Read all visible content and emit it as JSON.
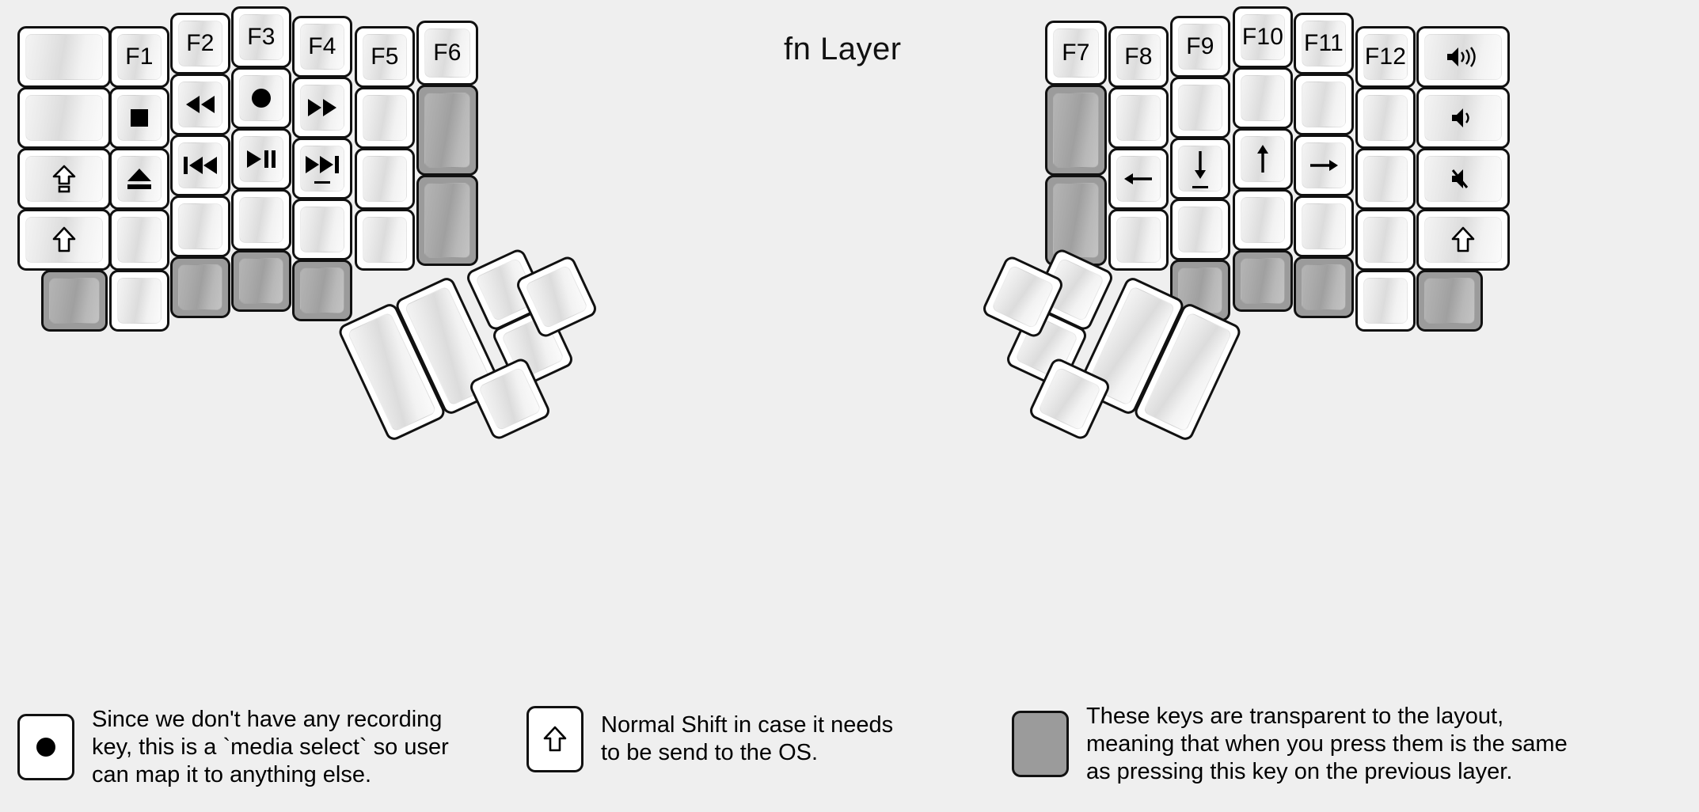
{
  "title": "fn Layer",
  "colors": {
    "background": "#efefef",
    "key_face": "#ffffff",
    "key_outline": "#111111",
    "transparent_key": "#9b9b9b",
    "label": "#000000"
  },
  "icons": {
    "record": "●",
    "stop": "■",
    "eject": "⏏",
    "rewind": "◀◀",
    "fast_forward": "▶▶",
    "prev_track": "⏮",
    "play_pause": "⏸",
    "next_track": "⏭",
    "caps_lock": "⇪",
    "shift": "⇧",
    "arrow_left": "←",
    "arrow_down": "↓",
    "arrow_up": "↑",
    "arrow_right": "→",
    "volume_up": "🔊",
    "volume_down": "🔉",
    "volume_mute": "🔇"
  },
  "left_half": {
    "columns": [
      {
        "name": "col-outer-left",
        "keys": [
          {
            "label": "",
            "kind": "blank"
          },
          {
            "label": "",
            "kind": "blank"
          },
          {
            "label": "⇪",
            "kind": "icon",
            "icon": "caps-lock-icon"
          },
          {
            "label": "⇧",
            "kind": "icon",
            "icon": "shift-icon"
          },
          {
            "label": "",
            "kind": "transparent"
          }
        ]
      },
      {
        "name": "col-f1",
        "keys": [
          {
            "label": "F1",
            "kind": "text"
          },
          {
            "label": "■",
            "kind": "icon",
            "icon": "stop-icon"
          },
          {
            "label": "⏏",
            "kind": "icon",
            "icon": "eject-icon"
          },
          {
            "label": "",
            "kind": "blank"
          },
          {
            "label": "",
            "kind": "blank"
          }
        ]
      },
      {
        "name": "col-f2",
        "keys": [
          {
            "label": "F2",
            "kind": "text"
          },
          {
            "label": "◀◀",
            "kind": "icon",
            "icon": "rewind-icon"
          },
          {
            "label": "⏮",
            "kind": "icon",
            "icon": "previous-track-icon"
          },
          {
            "label": "",
            "kind": "blank"
          },
          {
            "label": "",
            "kind": "transparent"
          }
        ]
      },
      {
        "name": "col-f3",
        "keys": [
          {
            "label": "F3",
            "kind": "text"
          },
          {
            "label": "●",
            "kind": "icon",
            "icon": "record-icon"
          },
          {
            "label": "⏸",
            "kind": "icon",
            "icon": "play-pause-icon"
          },
          {
            "label": "",
            "kind": "blank"
          },
          {
            "label": "",
            "kind": "transparent"
          }
        ]
      },
      {
        "name": "col-f4",
        "keys": [
          {
            "label": "F4",
            "kind": "text"
          },
          {
            "label": "▶▶",
            "kind": "icon",
            "icon": "fast-forward-icon"
          },
          {
            "label": "⏭",
            "kind": "icon",
            "icon": "next-track-icon",
            "underline": true
          },
          {
            "label": "",
            "kind": "blank"
          },
          {
            "label": "",
            "kind": "transparent"
          }
        ]
      },
      {
        "name": "col-f5",
        "keys": [
          {
            "label": "F5",
            "kind": "text"
          },
          {
            "label": "",
            "kind": "blank"
          },
          {
            "label": "",
            "kind": "blank"
          },
          {
            "label": "",
            "kind": "blank"
          }
        ]
      },
      {
        "name": "col-f6",
        "keys": [
          {
            "label": "F6",
            "kind": "text"
          },
          {
            "label": "",
            "kind": "transparent",
            "tall": true
          },
          {
            "label": "",
            "kind": "transparent",
            "tall": true
          }
        ]
      }
    ],
    "thumb_cluster": [
      {
        "label": "",
        "kind": "blank"
      },
      {
        "label": "",
        "kind": "blank"
      },
      {
        "label": "",
        "kind": "blank"
      },
      {
        "label": "",
        "kind": "blank"
      },
      {
        "label": "",
        "kind": "blank"
      },
      {
        "label": "",
        "kind": "blank"
      }
    ]
  },
  "right_half": {
    "columns": [
      {
        "name": "col-f7",
        "keys": [
          {
            "label": "F7",
            "kind": "text"
          },
          {
            "label": "",
            "kind": "transparent",
            "tall": true
          },
          {
            "label": "",
            "kind": "transparent",
            "tall": true
          }
        ]
      },
      {
        "name": "col-f8",
        "keys": [
          {
            "label": "F8",
            "kind": "text"
          },
          {
            "label": "",
            "kind": "blank"
          },
          {
            "label": "←",
            "kind": "icon",
            "icon": "arrow-left-icon"
          },
          {
            "label": "",
            "kind": "blank"
          }
        ]
      },
      {
        "name": "col-f9",
        "keys": [
          {
            "label": "F9",
            "kind": "text"
          },
          {
            "label": "",
            "kind": "blank"
          },
          {
            "label": "↓",
            "kind": "icon",
            "icon": "arrow-down-icon",
            "underline": true
          },
          {
            "label": "",
            "kind": "blank"
          },
          {
            "label": "",
            "kind": "transparent"
          }
        ]
      },
      {
        "name": "col-f10",
        "keys": [
          {
            "label": "F10",
            "kind": "text"
          },
          {
            "label": "",
            "kind": "blank"
          },
          {
            "label": "↑",
            "kind": "icon",
            "icon": "arrow-up-icon"
          },
          {
            "label": "",
            "kind": "blank"
          },
          {
            "label": "",
            "kind": "transparent"
          }
        ]
      },
      {
        "name": "col-f11",
        "keys": [
          {
            "label": "F11",
            "kind": "text"
          },
          {
            "label": "",
            "kind": "blank"
          },
          {
            "label": "→",
            "kind": "icon",
            "icon": "arrow-right-icon"
          },
          {
            "label": "",
            "kind": "blank"
          },
          {
            "label": "",
            "kind": "transparent"
          }
        ]
      },
      {
        "name": "col-f12",
        "keys": [
          {
            "label": "F12",
            "kind": "text"
          },
          {
            "label": "",
            "kind": "blank"
          },
          {
            "label": "",
            "kind": "blank"
          },
          {
            "label": "",
            "kind": "blank"
          },
          {
            "label": "",
            "kind": "blank"
          }
        ]
      },
      {
        "name": "col-outer-right",
        "keys": [
          {
            "label": "🔊",
            "kind": "icon",
            "icon": "volume-up-icon"
          },
          {
            "label": "🔉",
            "kind": "icon",
            "icon": "volume-down-icon"
          },
          {
            "label": "🔇",
            "kind": "icon",
            "icon": "volume-mute-icon"
          },
          {
            "label": "⇧",
            "kind": "icon",
            "icon": "shift-icon"
          },
          {
            "label": "",
            "kind": "transparent"
          }
        ]
      }
    ],
    "thumb_cluster": [
      {
        "label": "",
        "kind": "blank"
      },
      {
        "label": "",
        "kind": "blank"
      },
      {
        "label": "",
        "kind": "blank"
      },
      {
        "label": "",
        "kind": "blank"
      },
      {
        "label": "",
        "kind": "blank"
      },
      {
        "label": "",
        "kind": "blank"
      }
    ]
  },
  "legend": [
    {
      "icon": "record-icon",
      "glyph": "●",
      "transparent": false,
      "text": "Since we don't have any recording\nkey, this is a `media select` so user\ncan map it to anything else."
    },
    {
      "icon": "shift-icon",
      "glyph": "⇧",
      "transparent": false,
      "text": "Normal Shift in case it needs\nto be send to the OS."
    },
    {
      "icon": "transparent-key-icon",
      "glyph": "",
      "transparent": true,
      "text": "These keys are transparent to the layout,\nmeaning that when you press them is the same\nas pressing this key on the previous layer."
    }
  ]
}
